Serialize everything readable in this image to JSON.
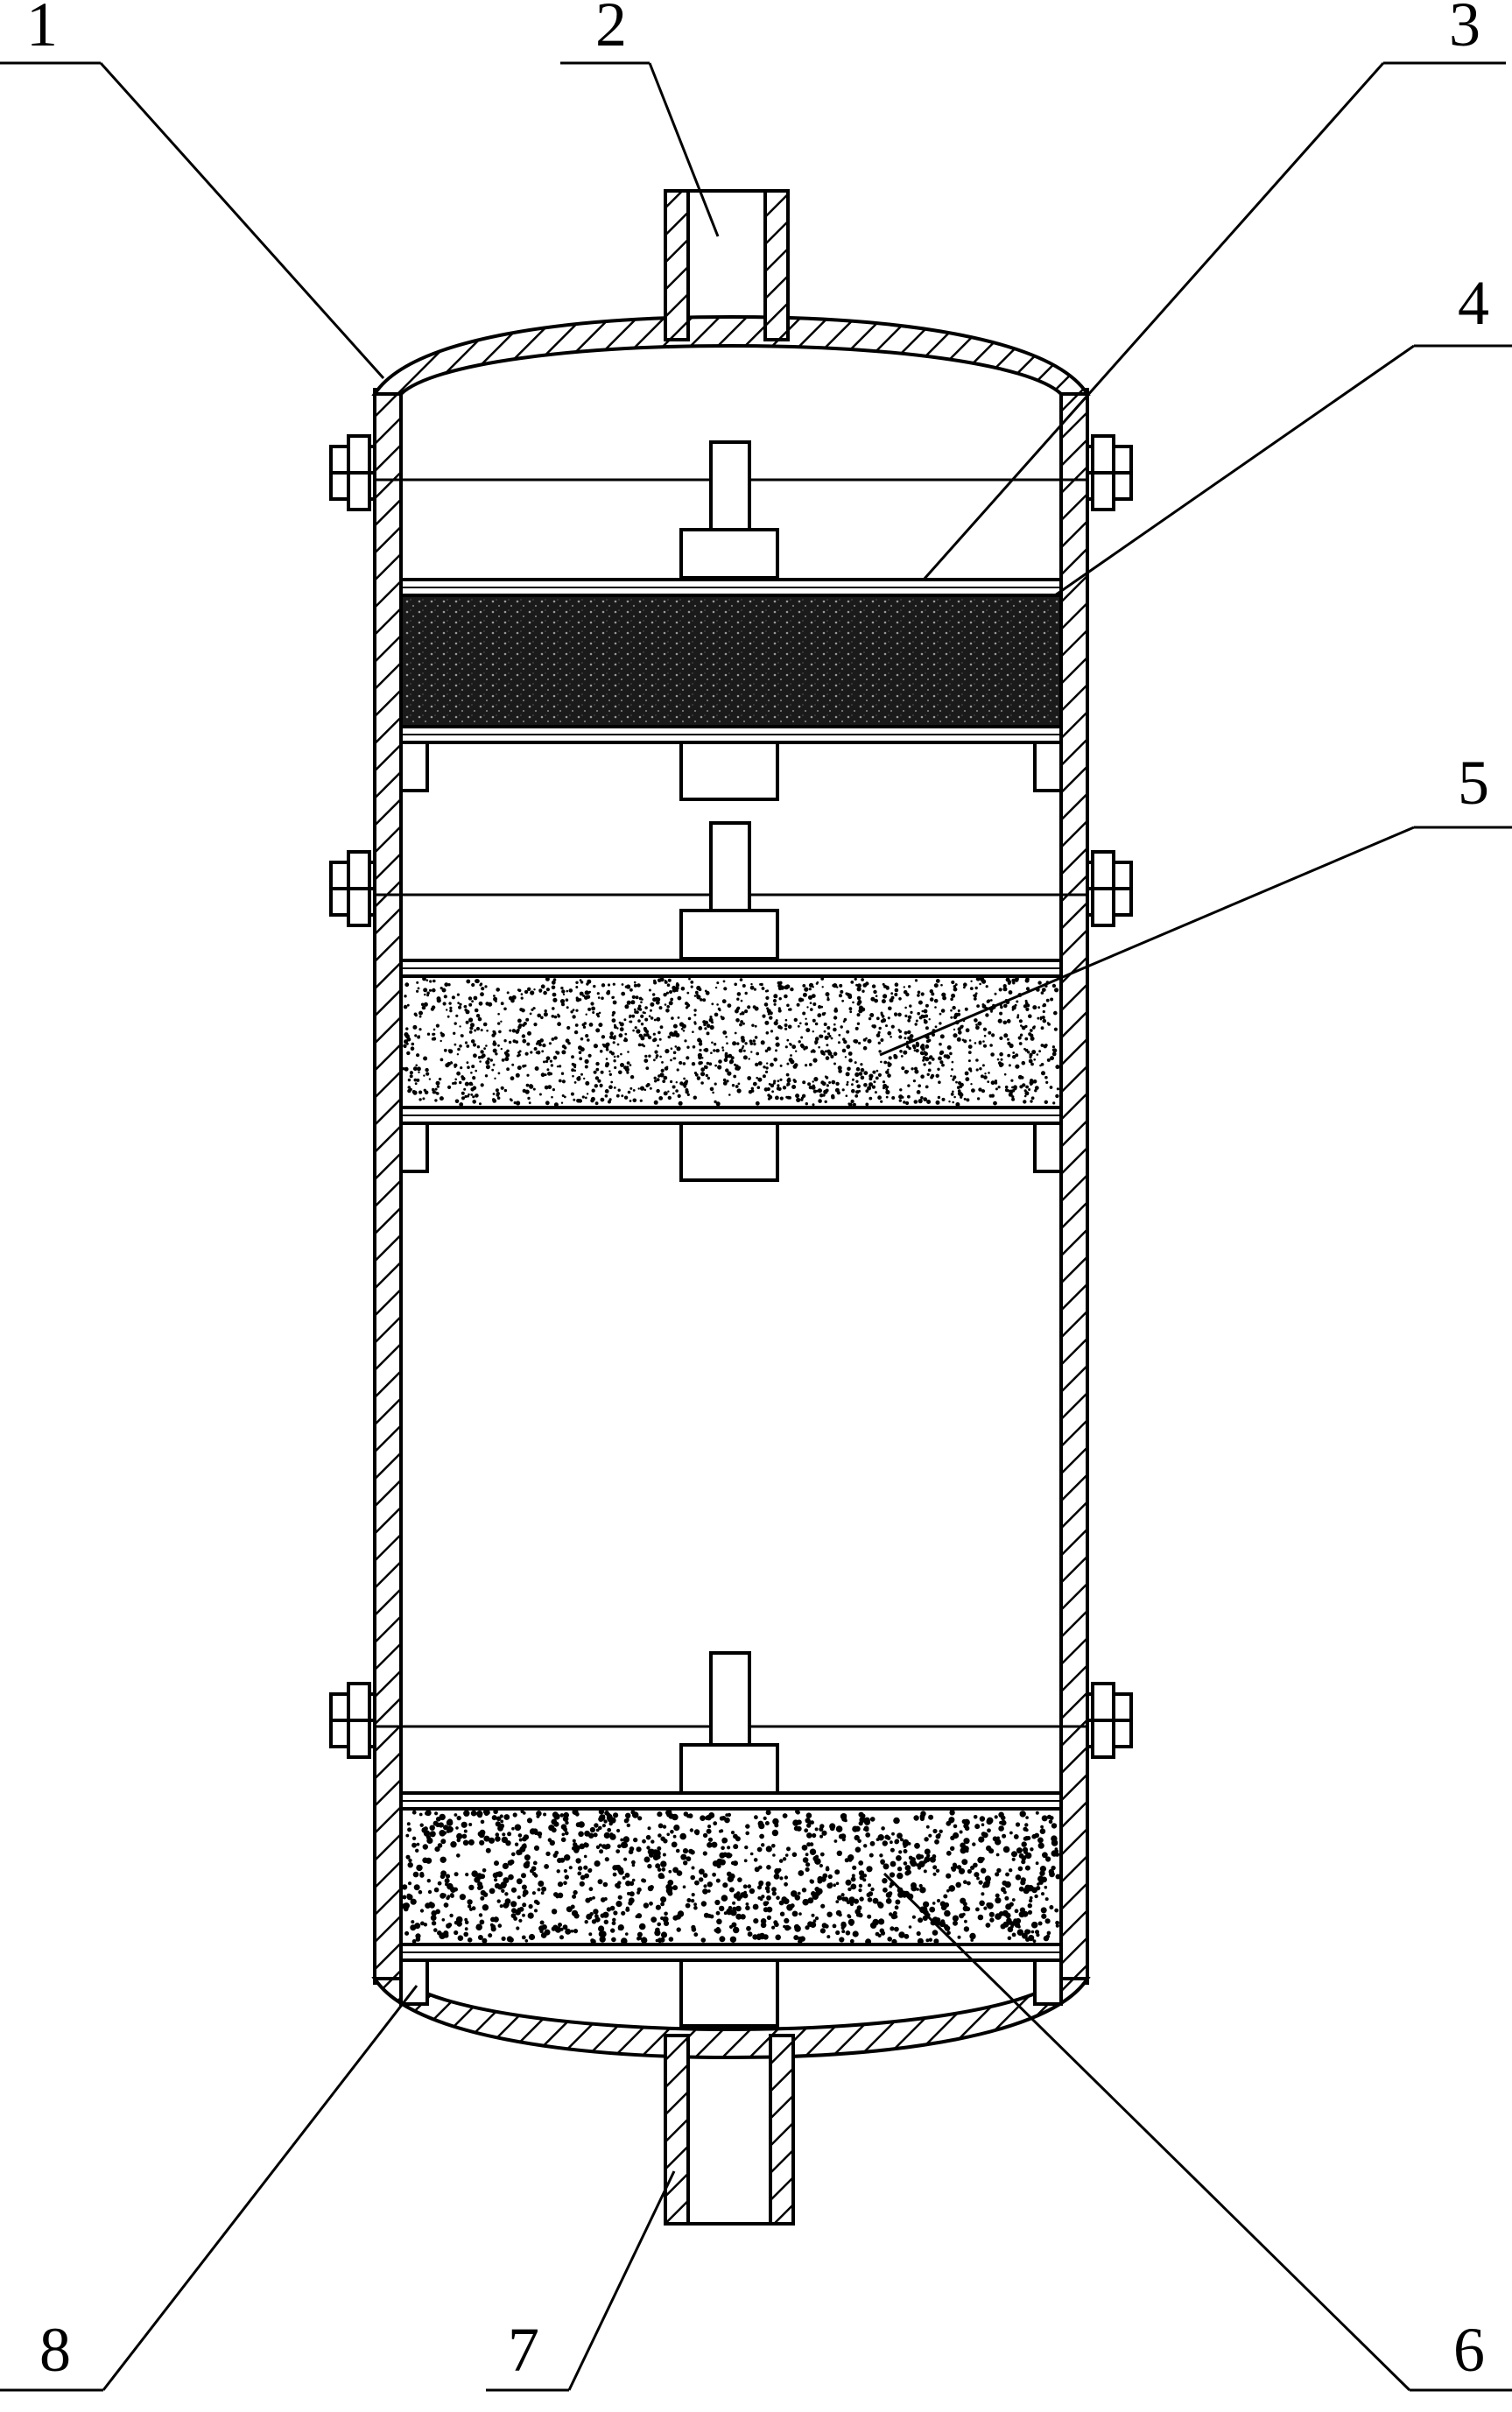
{
  "labels": {
    "l1": "1",
    "l2": "2",
    "l3": "3",
    "l4": "4",
    "l5": "5",
    "l6": "6",
    "l7": "7",
    "l8": "8"
  },
  "colors": {
    "line": "#000000",
    "background": "#ffffff"
  }
}
